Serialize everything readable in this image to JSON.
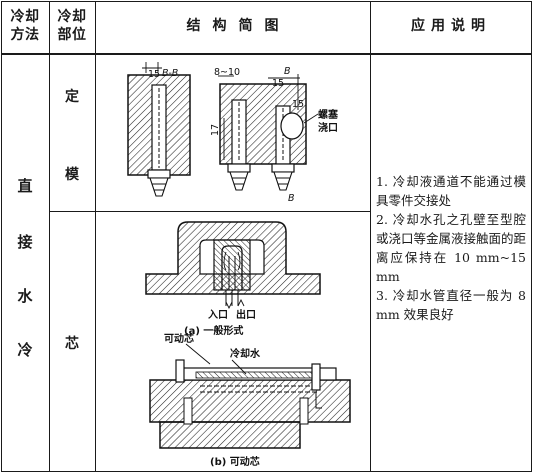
{
  "header": {
    "col1": [
      "冷却",
      "方法"
    ],
    "col2": [
      "冷却",
      "部位"
    ],
    "col3": "结构简图",
    "col4": "应用说明"
  },
  "method": [
    "直",
    "接",
    "水",
    "冷"
  ],
  "parts": {
    "fixed": [
      "定",
      "模"
    ],
    "core": "芯"
  },
  "figure_labels": {
    "dim15_a": "15",
    "section_bb": "B-B",
    "dim8_10": "8~10",
    "section_b_top": "B",
    "dim15_b": "15",
    "dim15_c": "15",
    "dim17": "17",
    "section_b_bottom": "B",
    "plug_gate": [
      "螺塞",
      "浇口"
    ],
    "inlet": "入口",
    "outlet": "出口",
    "caption_a": "(a) 一般形式",
    "movable_core": "可动芯",
    "cooling_water": "冷却水",
    "caption_b": "(b) 可动芯"
  },
  "notes": [
    "1. 冷却液通道不能通过模具零件交接处",
    "2. 冷却水孔之孔壁至型腔或浇口等金属液接触面的距离应保持在 10 mm~15 mm",
    "3. 冷却水管直径一般为 8 mm 效果良好"
  ]
}
